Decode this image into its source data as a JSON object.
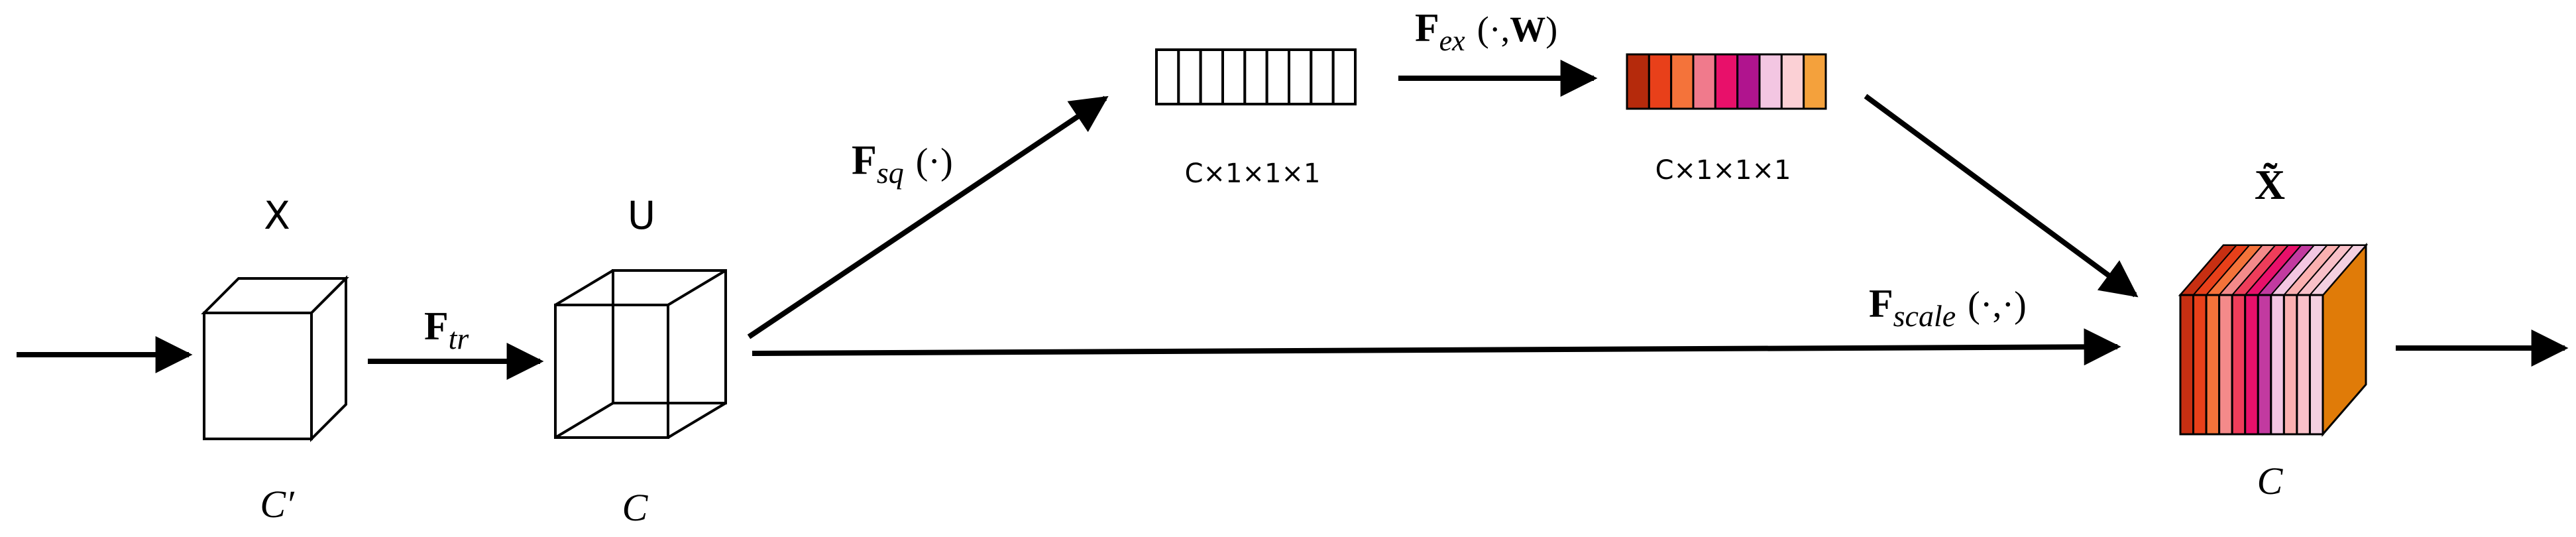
{
  "nodes": {
    "x_label": "X",
    "x_channels": "C′",
    "u_label": "U",
    "u_channels": "C",
    "squeeze_dims": "C×1×1×1",
    "excite_dims": "C×1×1×1",
    "output_label": "X̃",
    "output_channels": "C"
  },
  "ops": {
    "tr": {
      "main": "F",
      "sub": "tr",
      "args": ""
    },
    "sq": {
      "main": "F",
      "sub": "sq",
      "args": "(·)"
    },
    "ex": {
      "main": "F",
      "sub": "ex",
      "args_open": "(·,",
      "args_bold": "W",
      "args_close": ")"
    },
    "scale": {
      "main": "F",
      "sub": "scale",
      "args": "(·,·)"
    }
  },
  "colors": {
    "weights": [
      "#b52a0c",
      "#e8401a",
      "#f4733a",
      "#f07a8c",
      "#e8106a",
      "#b0148e",
      "#f3c6e2",
      "#fbd0d5",
      "#f4a13c"
    ],
    "output_slices": [
      "#c72f12",
      "#e8401a",
      "#f4733a",
      "#f48a8a",
      "#ee3d5a",
      "#e8106a",
      "#c23aa0",
      "#f3c6e2",
      "#fbb0b0",
      "#f9c0c8",
      "#f4d0e0"
    ],
    "output_top": "#f49a7a",
    "output_side": "#e07b08",
    "squeeze_cells": 9
  }
}
